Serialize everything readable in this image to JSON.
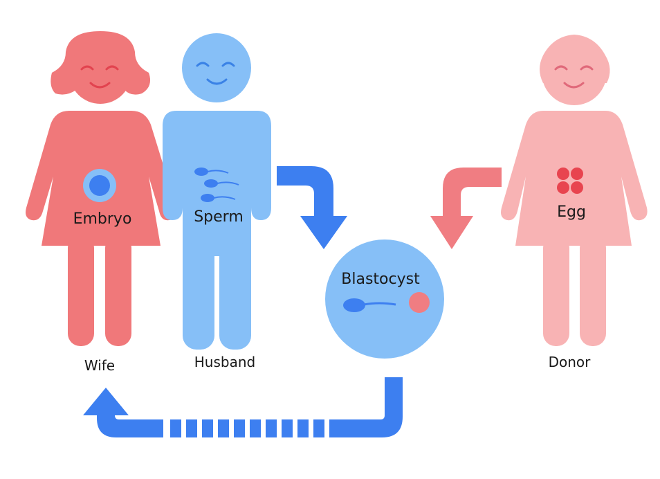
{
  "labels": {
    "embryo": "Embryo",
    "sperm": "Sperm",
    "egg": "Egg",
    "blastocyst": "Blastocyst",
    "wife": "Wife",
    "husband": "Husband",
    "donor": "Donor"
  },
  "colors": {
    "wife": "#f0787a",
    "husband": "#86bff7",
    "donor": "#f8b3b4",
    "arrow_blue": "#3d7ff0",
    "arrow_pink": "#f07d82",
    "face_wife": "#e2434f",
    "face_husband": "#3a82e6",
    "face_donor": "#e0697a"
  }
}
